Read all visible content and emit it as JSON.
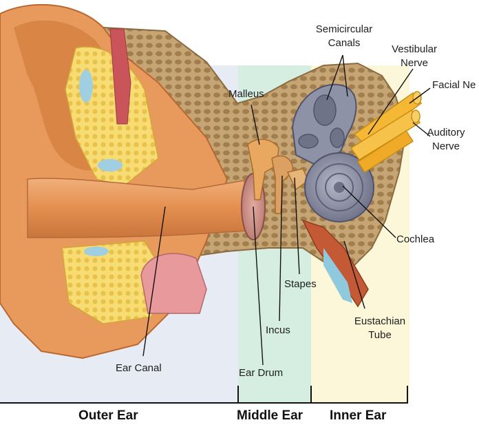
{
  "labels": {
    "semicircular_canals_1": "Semicircular",
    "semicircular_canals_2": "Canals",
    "vestibular_nerve_1": "Vestibular",
    "vestibular_nerve_2": "Nerve",
    "facial_nerve": "Facial Ne",
    "auditory_nerve_1": "Auditory",
    "auditory_nerve_2": "Nerve",
    "malleus": "Malleus",
    "cochlea": "Cochlea",
    "stapes": "Stapes",
    "incus": "Incus",
    "eustachian_tube_1": "Eustachian",
    "eustachian_tube_2": "Tube",
    "ear_canal": "Ear Canal",
    "ear_drum": "Ear Drum"
  },
  "sections": {
    "outer": "Outer Ear",
    "middle": "Middle Ear",
    "inner": "Inner Ear"
  },
  "colors": {
    "outer_bg": "#e6ebf4",
    "middle_bg": "#d6eee2",
    "inner_bg": "#fbf7d8",
    "skin": "#e79a5c",
    "skin_dark": "#c8733a",
    "cartilage": "#f6d96a",
    "bone": "#b08d5e",
    "labyrinth": "#8e92a6",
    "nerve": "#f4b834",
    "ear_drum": "#c98b82"
  }
}
